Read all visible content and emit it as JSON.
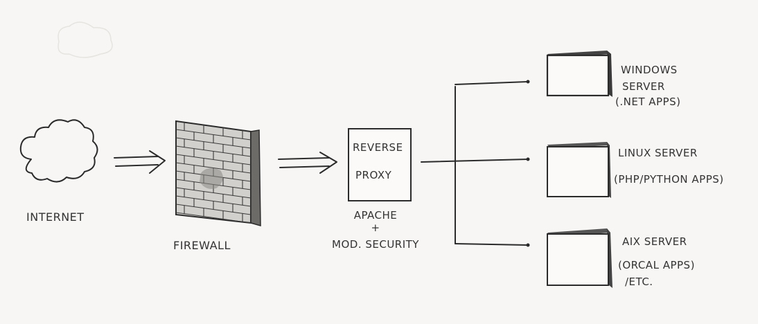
{
  "diagram": {
    "nodes": {
      "internet": {
        "label": "INTERNET"
      },
      "firewall": {
        "label": "FIREWALL"
      },
      "proxy": {
        "box_lines": [
          "REVERSE",
          "PROXY"
        ],
        "caption_lines": [
          "APACHE",
          "+",
          "MOD. SECURITY"
        ]
      },
      "servers": [
        {
          "lines": [
            "WINDOWS",
            "SERVER",
            "(.NET APPS)"
          ]
        },
        {
          "lines": [
            "LINUX SERVER",
            "(PHP/PYTHON APPS)"
          ]
        },
        {
          "lines": [
            "AIX SERVER",
            "(ORCAL APPS)",
            "/ETC."
          ]
        }
      ]
    },
    "colors": {
      "ink": "#2b2b2b",
      "paper": "#f7f6f4"
    }
  }
}
